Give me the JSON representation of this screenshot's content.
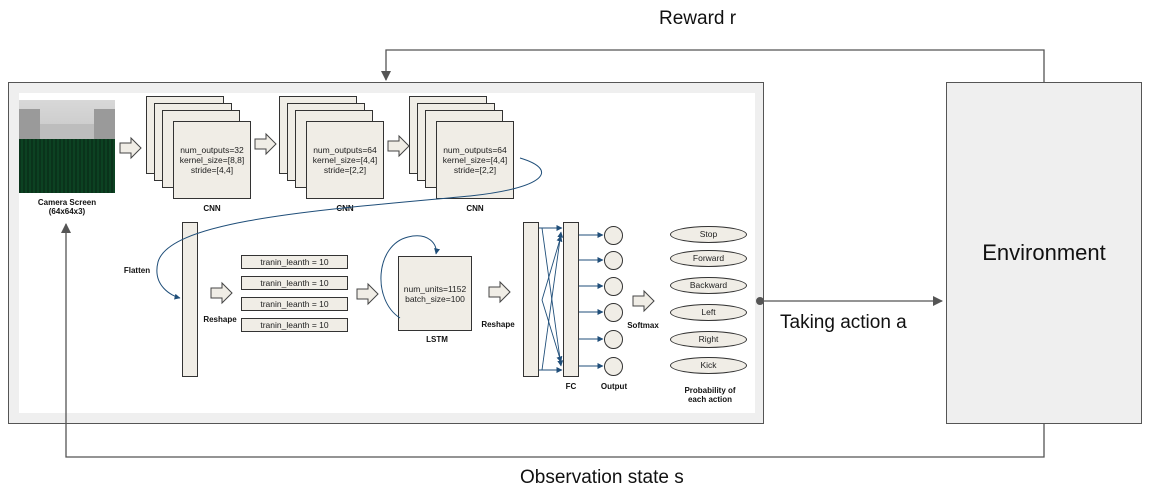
{
  "loop": {
    "reward_label": "Reward r",
    "observation_label": "Observation state s",
    "action_label": "Taking action a",
    "environment_label": "Environment"
  },
  "camera": {
    "label_line1": "Camera Screen",
    "label_line2": "(64x64x3)"
  },
  "cnn": [
    {
      "num_outputs": "num_outputs=32",
      "kernel_size": "kernel_size=[8,8]",
      "stride": "stride=[4,4]",
      "label": "CNN"
    },
    {
      "num_outputs": "num_outputs=64",
      "kernel_size": "kernel_size=[4,4]",
      "stride": "stride=[2,2]",
      "label": "CNN"
    },
    {
      "num_outputs": "num_outputs=64",
      "kernel_size": "kernel_size=[4,4]",
      "stride": "stride=[2,2]",
      "label": "CNN"
    }
  ],
  "flatten_label": "Flatten",
  "reshape1_label": "Reshape",
  "train_rows": [
    "tranin_leanth = 10",
    "tranin_leanth = 10",
    "tranin_leanth = 10",
    "tranin_leanth = 10"
  ],
  "lstm": {
    "num_units": "num_units=1152",
    "batch_size": "batch_size=100",
    "label": "LSTM"
  },
  "reshape2_label": "Reshape",
  "fc_label": "FC",
  "output_label": "Output",
  "softmax_label": "Softmax",
  "actions": [
    "Stop",
    "Forward",
    "Backward",
    "Left",
    "Right",
    "Kick"
  ],
  "probability_line1": "Probability of",
  "probability_line2": "each action"
}
